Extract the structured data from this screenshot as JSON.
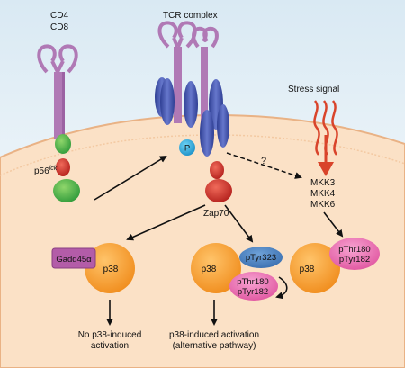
{
  "labels": {
    "cd4": "CD4",
    "cd8": "CD8",
    "tcr_complex": "TCR complex",
    "stress_signal": "Stress signal",
    "p56lck": "p56",
    "p56lck_sup": "lck",
    "phospho_p": "P",
    "question": "?",
    "zap70": "Zap70",
    "mkk3": "MKK3",
    "mkk4": "MKK4",
    "mkk6": "MKK6",
    "gadd45a": "Gadd45α",
    "p38_left": "p38",
    "p38_middle": "p38",
    "p38_right": "p38",
    "ptyr323": "pTyr323",
    "pthr180_mid": "pThr180",
    "ptyr182_mid": "pTyr182",
    "pthr180_right": "pThr180",
    "ptyr182_right": "pTyr182",
    "no_activation_1": "No p38-induced",
    "no_activation_2": "activation",
    "alt_activation_1": "p38-induced activation",
    "alt_activation_2": "(alternative pathway)"
  },
  "colors": {
    "membrane": "#fbe3cc",
    "membrane_edge": "#eab48b",
    "background_top": "#e2eef5",
    "receptor_purple": "#b27ab7",
    "tcr_blue": "#4b5fb6",
    "p38_orange": "#f5a032",
    "pink": "#ec6fb5",
    "blue_tag": "#4a9ad9",
    "green": "#4caf50",
    "red": "#c9302c",
    "magenta_box": "#b35ca8"
  }
}
